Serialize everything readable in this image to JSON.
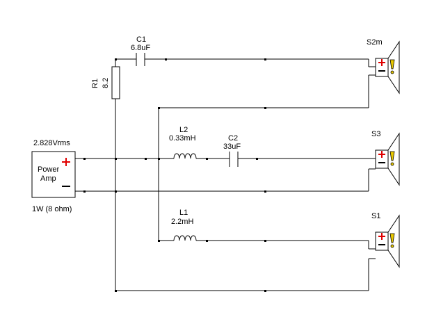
{
  "amplifier": {
    "voltage": "2.828Vrms",
    "name_line1": "Power",
    "name_line2": "Amp",
    "power_rating": "1W (8 ohm)",
    "plus": "+",
    "minus": "−"
  },
  "components": {
    "c1": {
      "ref": "C1",
      "value": "6.8uF"
    },
    "r1": {
      "ref": "R1",
      "value": "8.2"
    },
    "l2": {
      "ref": "L2",
      "value": "0.33mH"
    },
    "c2": {
      "ref": "C2",
      "value": "33uF"
    },
    "l1": {
      "ref": "L1",
      "value": "2.2mH"
    }
  },
  "speakers": [
    {
      "ref": "S2m"
    },
    {
      "ref": "S3"
    },
    {
      "ref": "S1"
    }
  ],
  "colors": {
    "plus_sign": "#e00000",
    "speaker_indicator": "#e8c800",
    "wire": "#000000"
  },
  "icons": {
    "speaker": "speaker-icon",
    "indicator": "exclamation-icon"
  }
}
